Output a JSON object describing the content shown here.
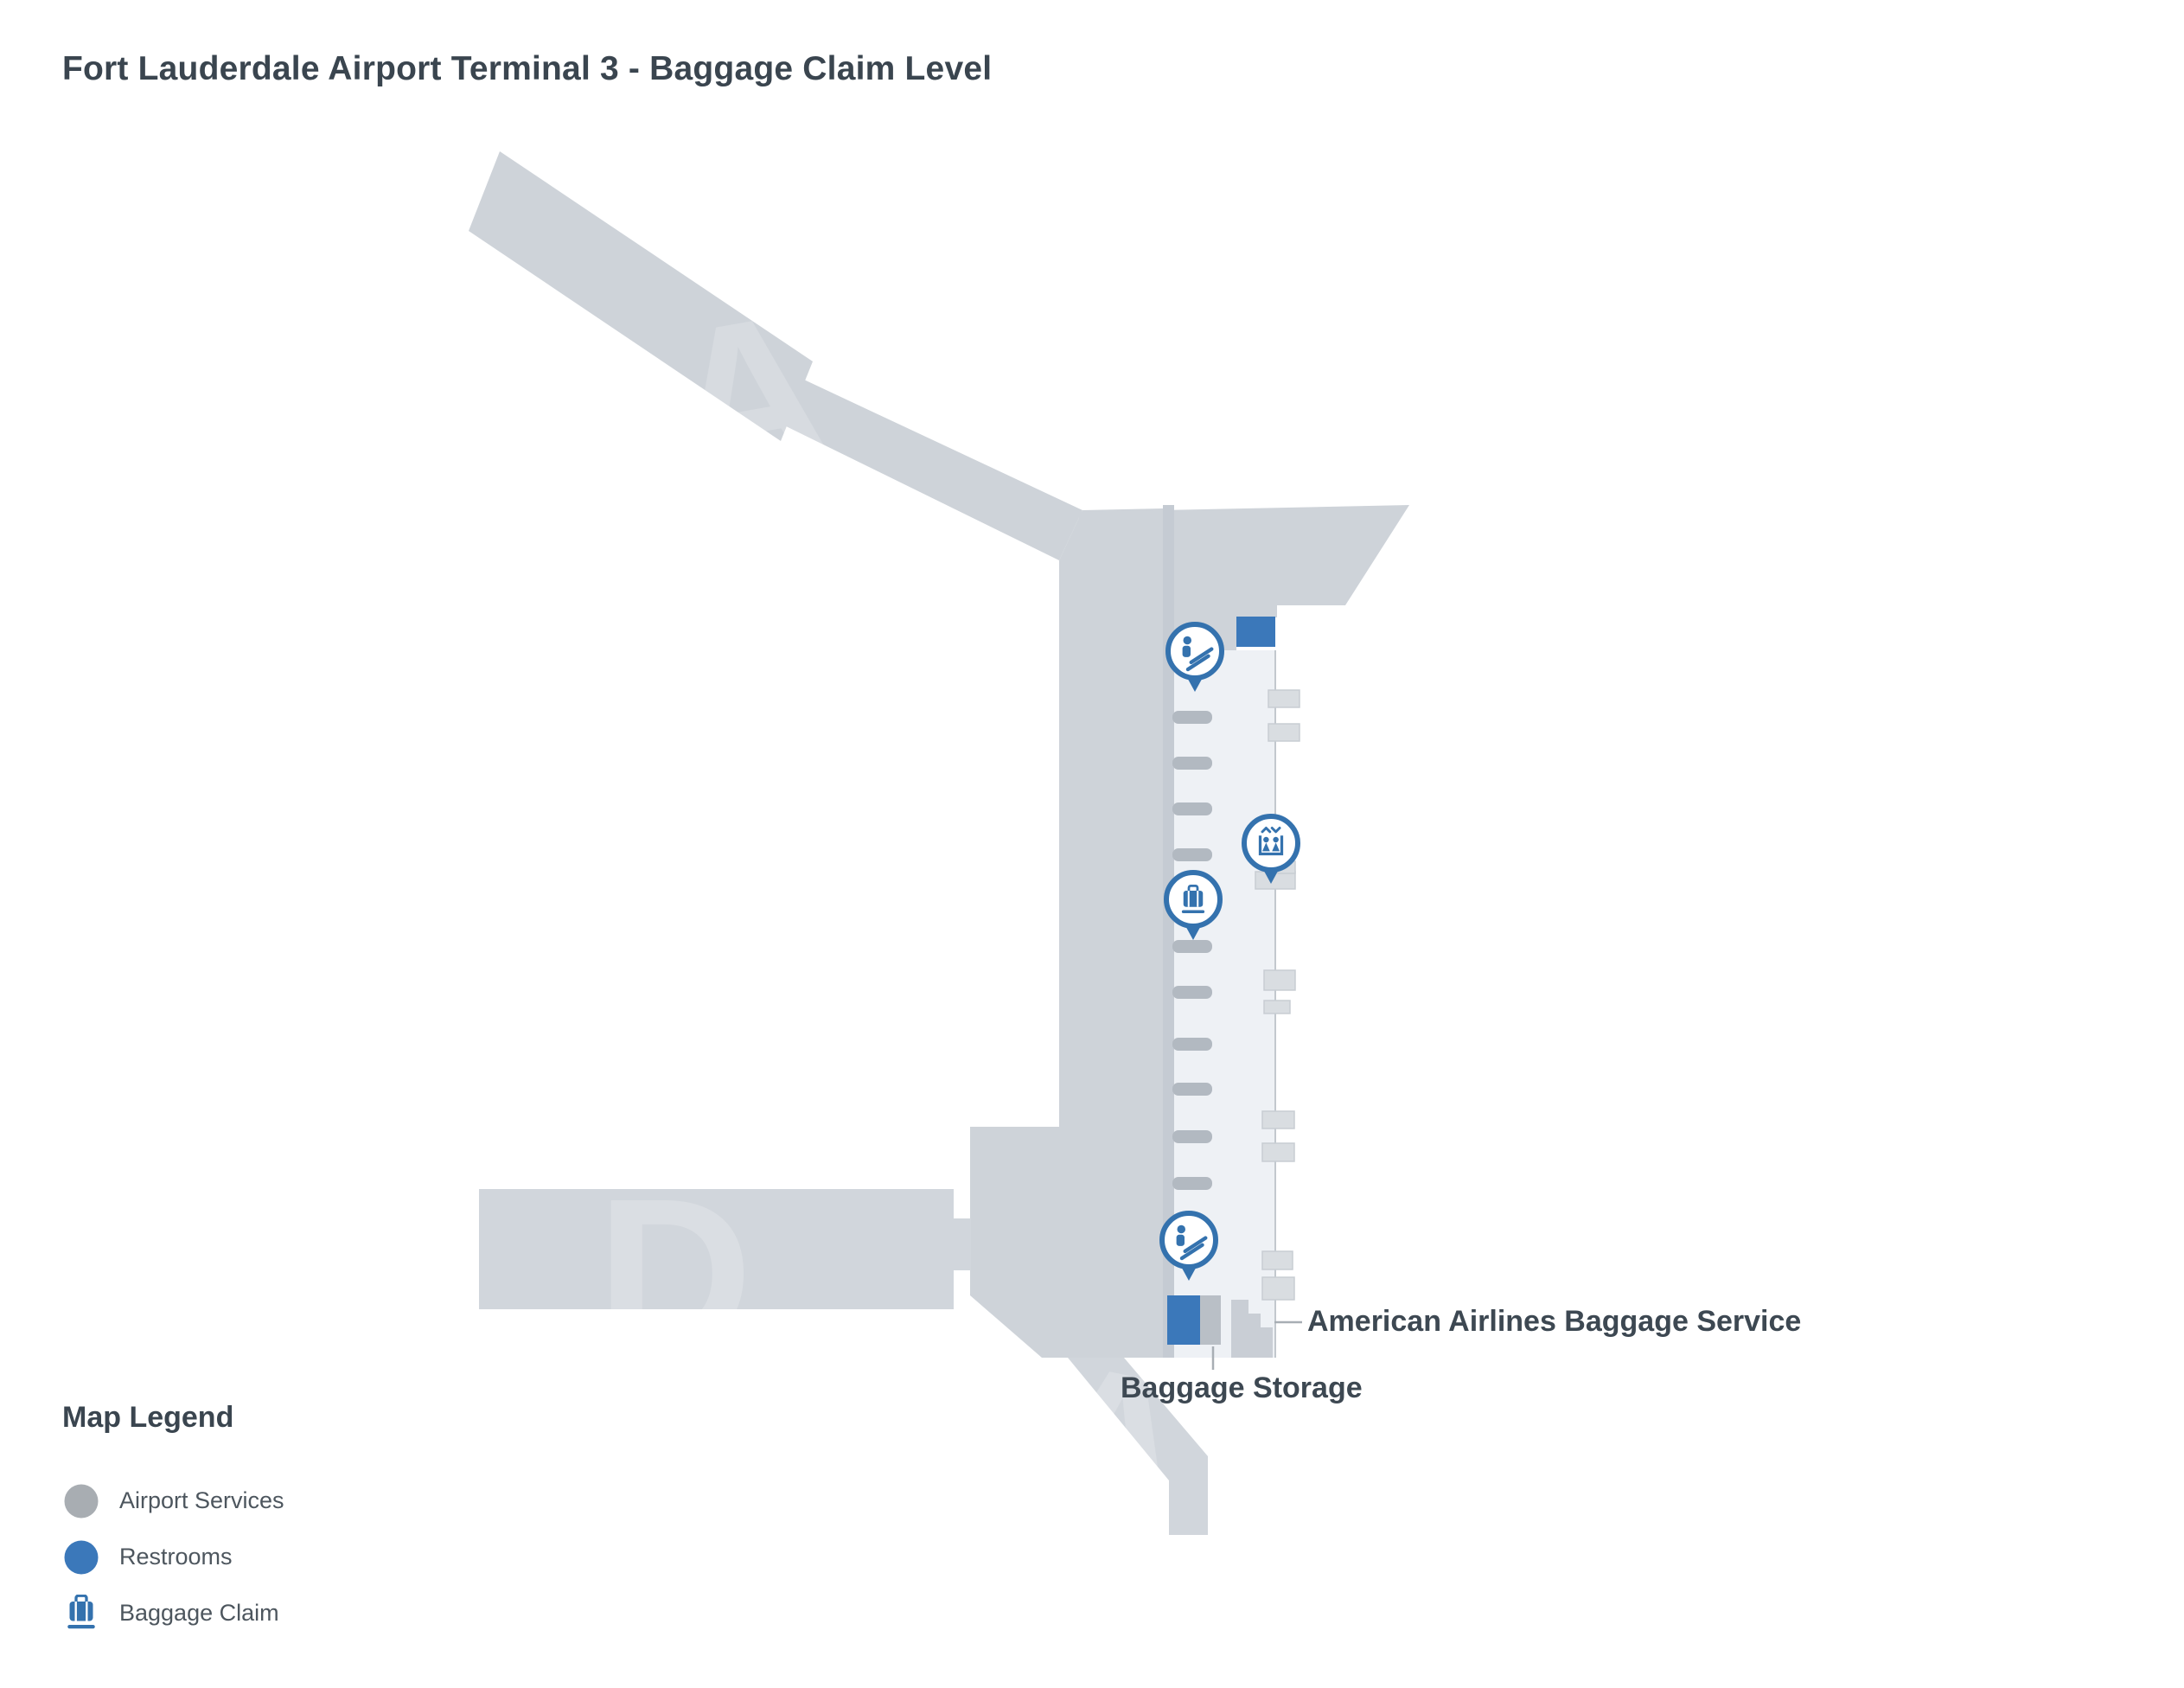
{
  "page": {
    "title": "Fort Lauderdale Airport Terminal 3 - Baggage Claim Level"
  },
  "map": {
    "annotations": [
      {
        "id": "aa-baggage-service",
        "label": "American Airlines Baggage Service"
      },
      {
        "id": "baggage-storage",
        "label": "Baggage Storage"
      }
    ],
    "markers": [
      {
        "id": "escalator-upper",
        "type": "escalator"
      },
      {
        "id": "elevator",
        "type": "elevator"
      },
      {
        "id": "baggage-claim",
        "type": "baggage-claim"
      },
      {
        "id": "escalator-lower",
        "type": "escalator"
      }
    ],
    "colors": {
      "terminal_gray": "#ced3d9",
      "arm_gray": "#d1d6dc",
      "hall_light": "#eef1f5",
      "carousel_gray": "#b2b9c1",
      "service_gray": "#d9dde1",
      "accent_blue": "#3b78ba",
      "pin_blue": "#3472ae"
    },
    "watermark": {
      "letters": [
        "A",
        "D",
        "A"
      ]
    }
  },
  "legend": {
    "title": "Map Legend",
    "items": [
      {
        "label": "Airport Services",
        "swatch": "circle",
        "color": "#a8adb2"
      },
      {
        "label": "Restrooms",
        "swatch": "circle",
        "color": "#3b78ba"
      },
      {
        "label": "Baggage Claim",
        "swatch": "suitcase-icon",
        "color": "#3472ae"
      }
    ]
  }
}
